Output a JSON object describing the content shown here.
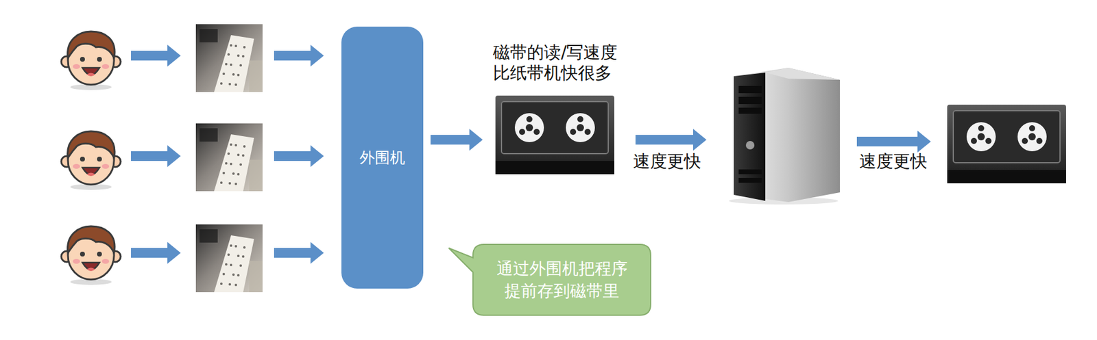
{
  "diagram": {
    "nodes": [
      {
        "text": [
          "外围机"
        ]
      },
      {
        "text": [
          "通过外围机把程序 提前存到磁带里"
        ]
      }
    ],
    "labels": [
      "磁带的读/写速度 比纸带机快很多",
      "速度更快",
      "速度更快"
    ]
  }
}
